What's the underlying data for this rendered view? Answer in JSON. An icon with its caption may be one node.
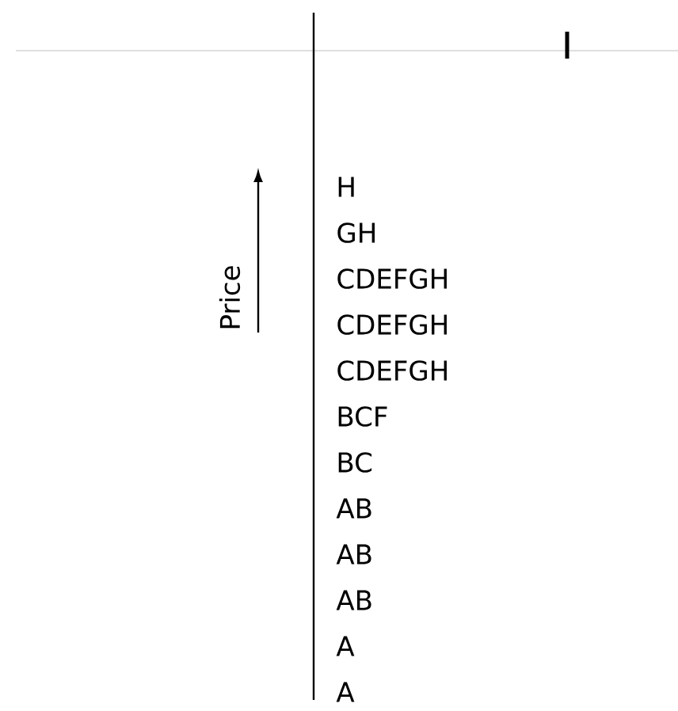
{
  "diagram": {
    "labels": [
      "Price",
      "H",
      "GH",
      "CDEFGH",
      "CDEFGH",
      "CDEFGH",
      "BCF",
      "BC",
      "AB",
      "AB",
      "AB",
      "A",
      "A"
    ]
  }
}
